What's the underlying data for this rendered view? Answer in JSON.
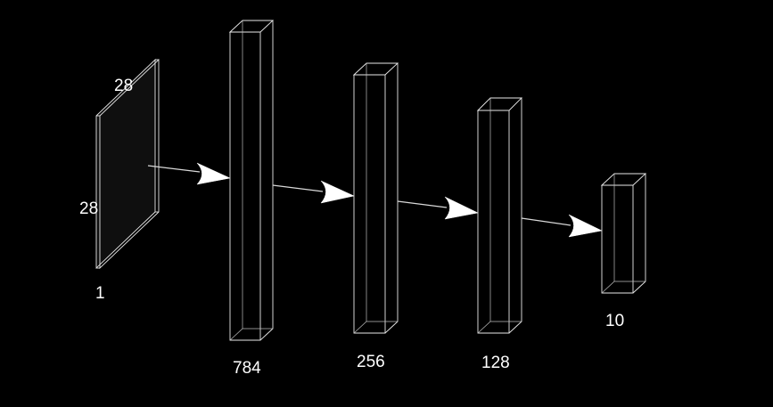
{
  "input_layer": {
    "width_label": "28",
    "height_label": "28",
    "channels_label": "1"
  },
  "layers": [
    {
      "size_label": "784"
    },
    {
      "size_label": "256"
    },
    {
      "size_label": "128"
    },
    {
      "size_label": "10"
    }
  ],
  "colors": {
    "background": "#000000",
    "edge": "#e8e8e8",
    "input_plane_fill": "#0f0f0f",
    "arrow": "#ffffff",
    "text": "#ffffff"
  }
}
